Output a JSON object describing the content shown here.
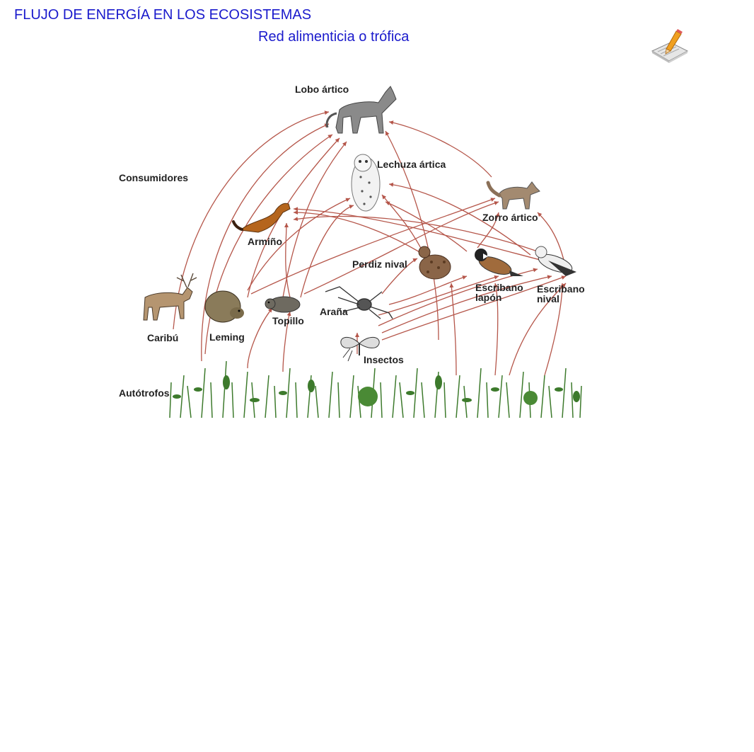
{
  "header": {
    "title": "FLUJO DE ENERGÍA EN LOS ECOSISTEMAS",
    "subtitle": "Red alimenticia o trófica"
  },
  "toolbar": {
    "edit_icon": "pencil-paper-icon"
  },
  "diagram": {
    "levels": {
      "consumers": "Consumidores",
      "producers": "Autótrofos"
    },
    "organisms": {
      "lobo": "Lobo ártico",
      "lechuza": "Lechuza ártica",
      "zorro": "Zorro ártico",
      "armino": "Armiño",
      "perdiz": "Perdiz nival",
      "escribano_lapon_1": "Escribano",
      "escribano_lapon_2": "lapón",
      "escribano_nival_1": "Escribano",
      "escribano_nival_2": "nival",
      "arana": "Araña",
      "caribu": "Caribú",
      "leming": "Leming",
      "topillo": "Topillo",
      "insectos": "Insectos"
    },
    "colors": {
      "arrow": "#b5564a",
      "plants": "#3d7a2c",
      "text": "#222222",
      "title": "#1a1acc"
    }
  }
}
